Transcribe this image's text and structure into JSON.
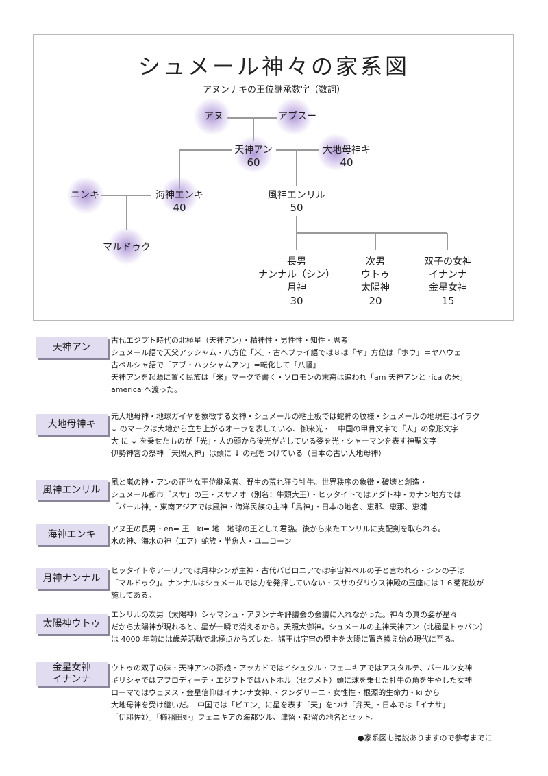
{
  "title": "シュメール神々の家系図",
  "subtitle": "アヌンナキの王位継承数字（数詞）",
  "tree": {
    "anu": "アヌ",
    "apsu": "アプスー",
    "an_name": "天神アン",
    "an_num": "60",
    "ki_name": "大地母神キ",
    "ki_num": "40",
    "ninki": "ニンキ",
    "enki_name": "海神エンキ",
    "enki_num": "40",
    "enlil_name": "風神エンリル",
    "enlil_num": "50",
    "marduk": "マルドゥク",
    "nanna_line1": "長男",
    "nanna_line2": "ナンナル（シン）",
    "nanna_line3": "月神",
    "nanna_num": "30",
    "utu_line1": "次男",
    "utu_line2": "ウトゥ",
    "utu_line3": "太陽神",
    "utu_num": "20",
    "inanna_line1": "双子の女神",
    "inanna_line2": "イナンナ",
    "inanna_line3": "金星女神",
    "inanna_num": "15"
  },
  "entries": [
    {
      "label": "天神アン",
      "lines": [
        "古代エジプト時代の北極星（天神アン）・精神性・男性性・知性・思考",
        "シュメール語で天父アッシャム・八方位「米」・古ヘブライ語では８は「ヤ」方位は「ホウ」＝ヤハウェ",
        "古ペルシャ語で「アブ・ハッシャムアン」=転化して「八幡」",
        "天神アンを起源に置く民族は「米」マークで書く・ソロモンの末裔は追われ「am 天神アンと rica の米」",
        "america へ渡った。"
      ]
    },
    {
      "label": "大地母神キ",
      "lines": [
        "元大地母神・地球ガイヤを象徴する女神・シュメールの粘土板では蛇神の紋様・シュメールの地現在はイラク",
        "↓ のマークは大地から立ち上がるオーラを表している、御来光・　中国の甲骨文字で「人」の象形文字",
        "大 に ↓ を乗せたものが「光」・人の頭から後光がさしている姿を光・シャーマンを表す神聖文字",
        "伊勢神宮の祭神「天照大神」は頭に ↓ の冠をつけている（日本の古い大地母神）"
      ]
    },
    {
      "label": "風神エンリル",
      "lines": [
        "風と嵐の神・アンの正当な王位継承者、野生の荒れ狂う牡牛。世界秩序の象徴・破壊と創造・",
        "シュメール都市「スサ」の王・スサノオ（別名：牛頭大王）・ヒッタイトではアダト神・カナン地方では",
        "「バール神」・東南アジアでは風神・海洋民族の主神「鳥神」・日本の地名、恵那、恵那、恵浦"
      ]
    },
    {
      "label": "海神エンキ",
      "lines": [
        "アヌ王の長男・en= 王　ki= 地　地球の王として君臨。後から来たエンリルに支配剣を取られる。",
        "水の神、海水の神（エア）蛇族・半魚人・ユニコーン"
      ]
    },
    {
      "label": "月神ナンナル",
      "lines": [
        "ヒッタイトやアーリアでは月神シンが主神・古代バビロニアでは宇宙神ベルの子と言われる・シンの子は",
        "「マルドゥク」。ナンナルはシュメールでは力を発揮していない・スサのダリウス神殿の玉座には１６菊花紋が",
        "施してある。"
      ]
    },
    {
      "label": "太陽神ウトゥ",
      "lines": [
        "エンリルの次男（太陽神）シャマシュ・アヌンナキ評議会の会議に入れなかった。神々の真の姿が星々",
        "だから太陽神が現れると、星が一瞬で消えるから。天照大御神。シュメールの主神天神アン（北極星トゥバン）",
        "は 4000 年前には歳差活動で北極点からズレた。諸王は宇宙の盟主を太陽に置き換え始め現代に至る。"
      ]
    },
    {
      "label": "金星女神\nイナンナ",
      "lines": [
        "ウトゥの双子の妹・天神アンの孫娘・アッカドではイシュタル・フェニキアではアスタルテ、バールツ女神",
        "ギリシャではアプロディーテ・エジプトではハトホル（セクメト）頭に球を乗せた牡牛の角を生やした女神",
        "ローマではウェヌス・金星信仰はイナンナ女神、・クンダリーニ・女性性・根源的生命力・ki から",
        "大地母神を受け継いだ。　中国では「ビエン」に星を表す「天」をつけ「弁天」・日本では「イナサ」",
        "「伊耶佐姫」「櫛稲田姫」フェニキアの海都ツル、津留・都留の地名とセット。"
      ]
    }
  ],
  "footnote": "●家系図も諸説ありますので参考までに"
}
